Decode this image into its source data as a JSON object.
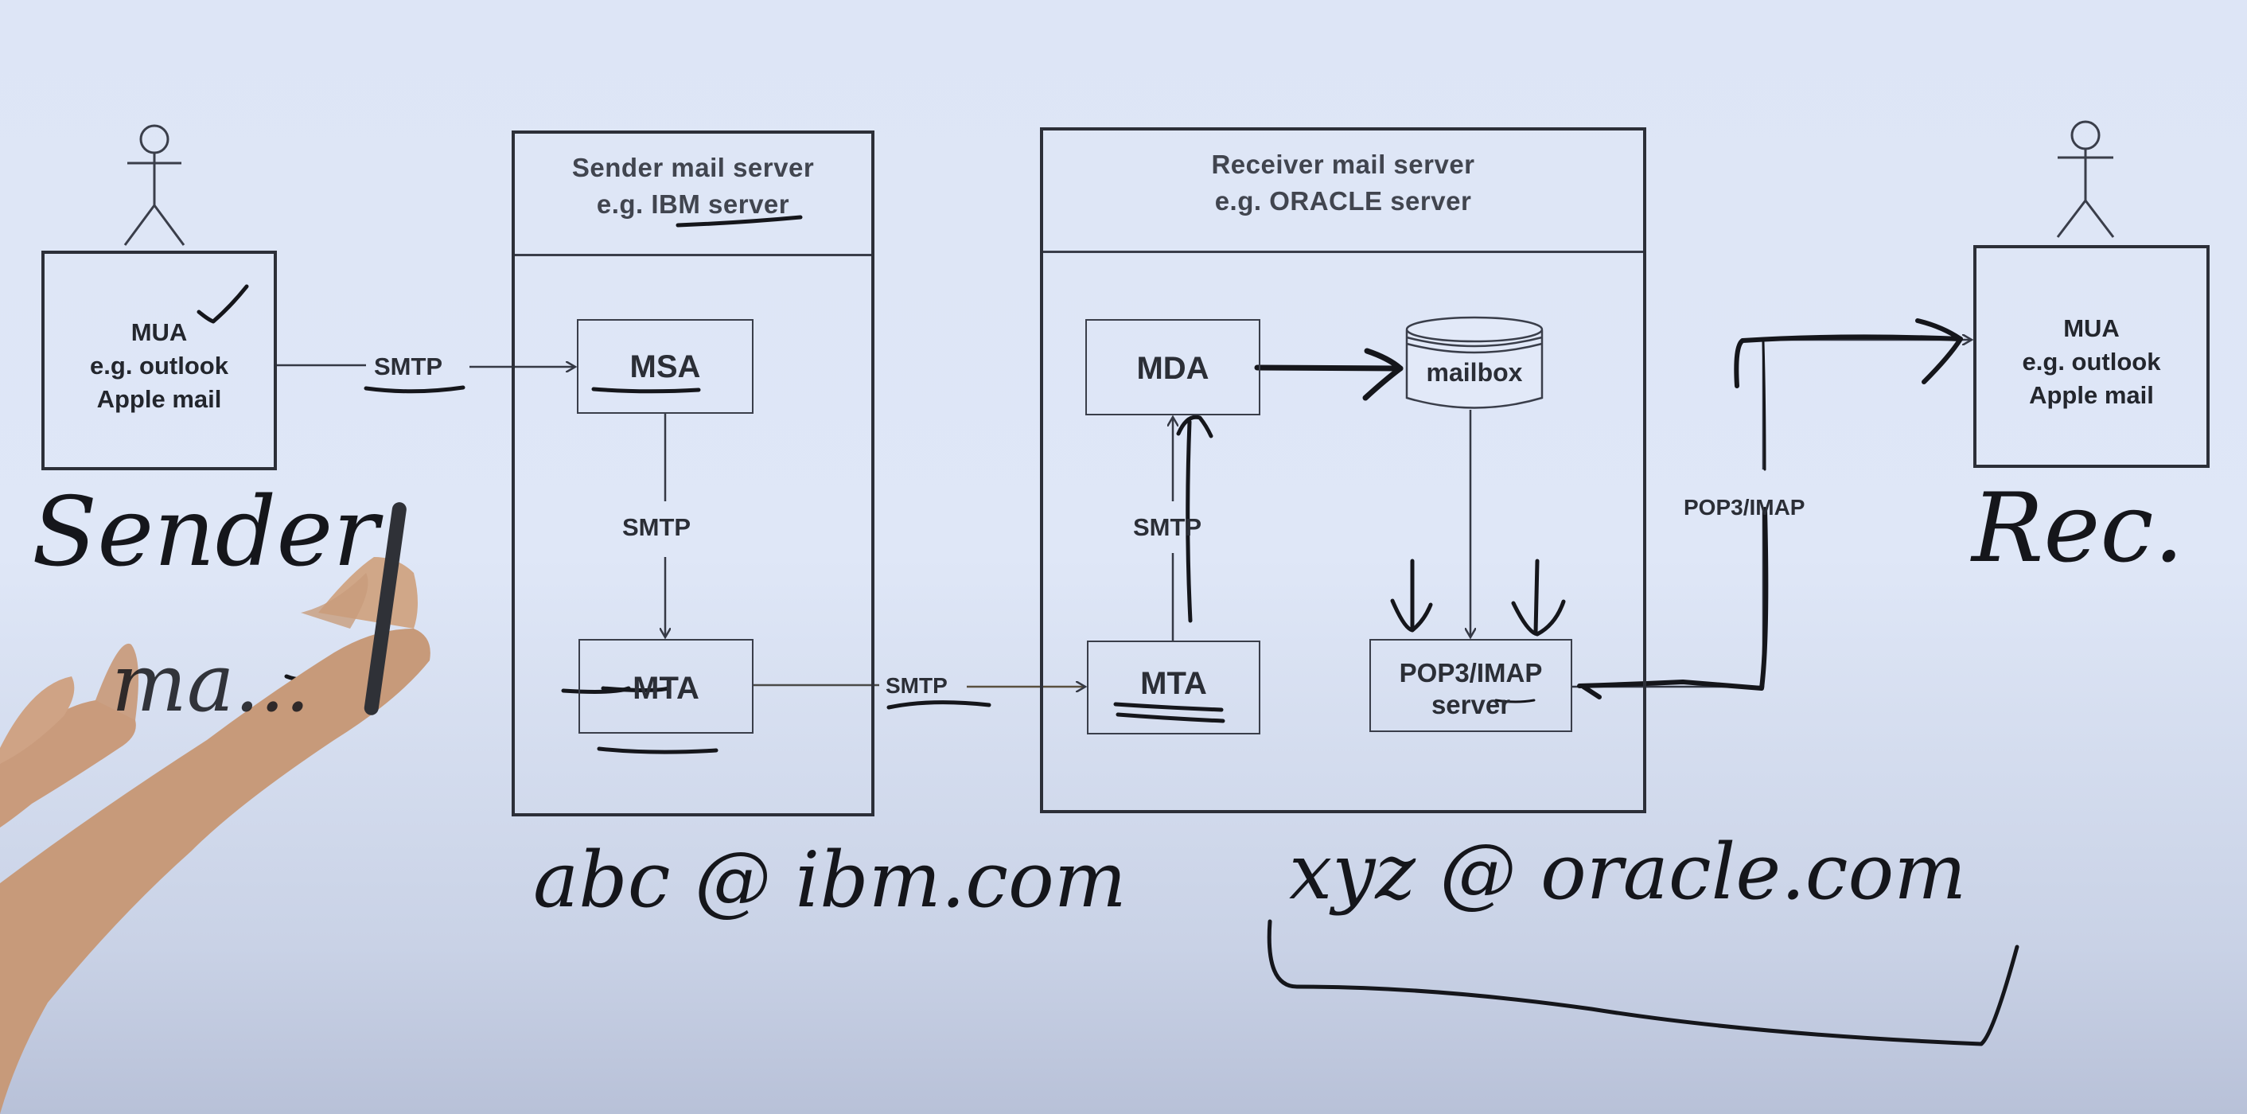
{
  "diagram": {
    "type": "email-flow",
    "sender": {
      "mua_title": "MUA",
      "mua_line2": "e.g. outlook",
      "mua_line3": "Apple mail",
      "handwritten_label": "Sender",
      "handwritten_label2": "ma..."
    },
    "sender_server": {
      "title_line1": "Sender mail server",
      "title_line2": "e.g. IBM server",
      "msa_label": "MSA",
      "mta_label": "MTA",
      "internal_protocol": "SMTP",
      "handwritten_address": "abc @ ibm.com"
    },
    "receiver_server": {
      "title_line1": "Receiver mail server",
      "title_line2": "e.g. ORACLE server",
      "mda_label": "MDA",
      "mailbox_label": "mailbox",
      "mta_label": "MTA",
      "internal_protocol": "SMTP",
      "pop_imap_line1": "POP3/IMAP",
      "pop_imap_line2": "server",
      "handwritten_address": "xyz @ oracle.com"
    },
    "receiver": {
      "mua_title": "MUA",
      "mua_line2": "e.g. outlook",
      "mua_line3": "Apple mail",
      "handwritten_label": "Rec."
    },
    "edges": {
      "mua_to_msa": "SMTP",
      "mta_to_mta": "SMTP",
      "pop_to_mua": "POP3/IMAP"
    },
    "colors": {
      "ink": "#2c2f38",
      "marker": "#15161b",
      "background": "#dde5f6"
    }
  }
}
